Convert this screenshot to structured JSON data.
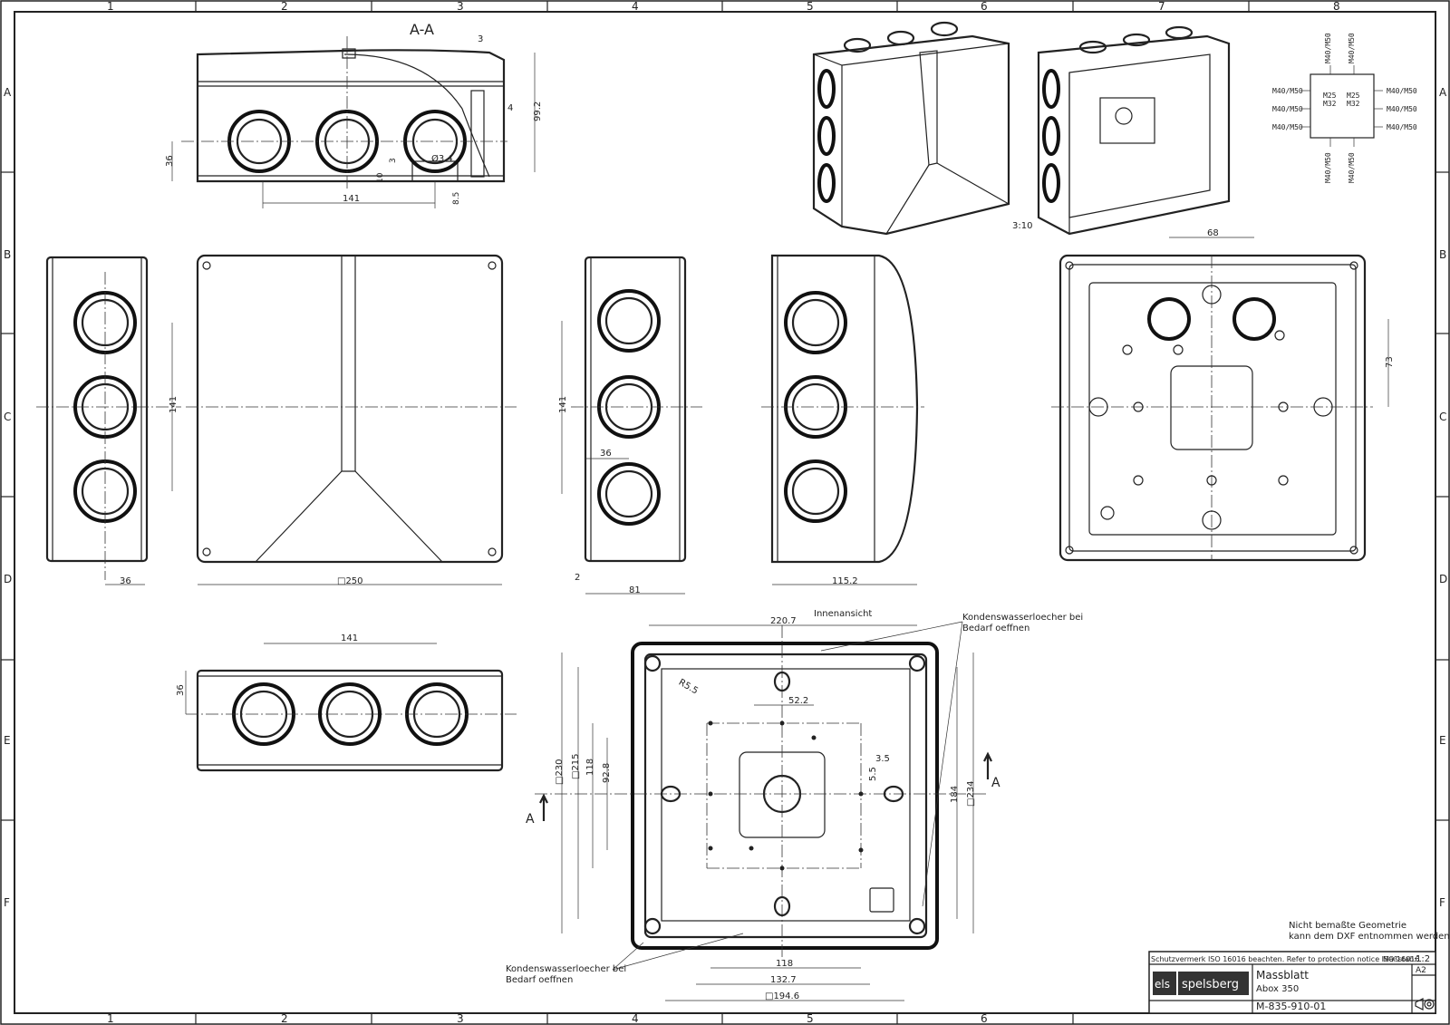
{
  "grid": {
    "columns": [
      "1",
      "2",
      "3",
      "4",
      "5",
      "6",
      "7",
      "8"
    ],
    "rows": [
      "A",
      "B",
      "C",
      "D",
      "E",
      "F"
    ]
  },
  "views": {
    "section_label": "A-A",
    "section_arrow_letter": "A",
    "scale_note": "3:10",
    "inner_view_label": "Innenansicht",
    "condensate_note_line1": "Kondenswasserloecher bei",
    "condensate_note_line2": "Bedarf oeffnen"
  },
  "dimensions": {
    "section": [
      "3",
      "99.2",
      "4",
      "36",
      "10",
      "3",
      "Ø3.4",
      "141",
      "8.5"
    ],
    "left_side": [
      "141",
      "36"
    ],
    "top_view": [
      "□250"
    ],
    "mid_side": [
      "141",
      "36",
      "2",
      "81"
    ],
    "right_side": [
      "115.2"
    ],
    "bottom_front": [
      "141",
      "36"
    ],
    "base_plan": [
      "68",
      "73"
    ],
    "inner": [
      "220.7",
      "R5.5",
      "52.2",
      "3.5",
      "5.5",
      "118",
      "92.8",
      "□215",
      "□230",
      "118",
      "132.7",
      "□194.6",
      "184",
      "□234"
    ]
  },
  "thread_diagram": {
    "top_left": "M40/M50",
    "top_right": "M40/M50",
    "bottom_left": "M40/M50",
    "bottom_right": "M40/M50",
    "left_1": "M40/M50",
    "left_2": "M40/M50",
    "left_3": "M40/M50",
    "right_1": "M40/M50",
    "right_2": "M40/M50",
    "right_3": "M40/M50",
    "center_l1": "M25",
    "center_l2": "M32",
    "center_r1": "M25",
    "center_r2": "M32"
  },
  "notes": {
    "geometry_line1": "Nicht bemaßte Geometrie",
    "geometry_line2": "kann dem DXF entnommen werden"
  },
  "title_block": {
    "protection_notice": "Schutzvermerk ISO 16016 beachten. Refer to protection notice ISO 16016.",
    "scale_label": "Maßstab:",
    "scale_value": "1:2",
    "brand": "spelsberg",
    "brand_mark": "els",
    "doc_type": "Massblatt",
    "product": "Abox 350",
    "drawing_number": "M-835-910-01",
    "sheet_size": "A2"
  }
}
